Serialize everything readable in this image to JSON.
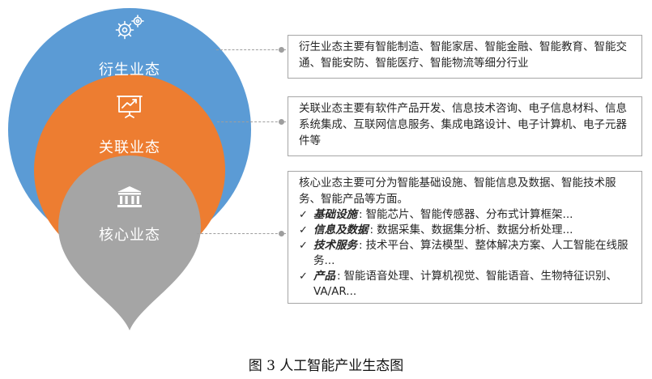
{
  "layers": [
    {
      "id": "derivative",
      "label": "衍生业态",
      "color": "#5b9bd5",
      "icon": "gears-icon",
      "description": "衍生业态主要有智能制造、智能家居、智能金融、智能教育、智能交通、智能安防、智能医疗、智能物流等细分行业"
    },
    {
      "id": "related",
      "label": "关联业态",
      "color": "#ed7d31",
      "icon": "presentation-chart-icon",
      "description": "关联业态主要有软件产品开发、信息技术咨询、电子信息材料、信息系统集成、互联网信息服务、集成电路设计、电子计算机、电子元器件等"
    },
    {
      "id": "core",
      "label": "核心业态",
      "color": "#a5a5a5",
      "icon": "bank-building-icon",
      "description": "核心业态主要可分为智能基础设施、智能信息及数据、智能技术服务、智能产品等方面。",
      "items": [
        {
          "check": "✓",
          "keyword": "基础设施",
          "sep": ":",
          "text": "智能芯片、智能传感器、分布式计算框架..."
        },
        {
          "check": "✓",
          "keyword": "信息及数据",
          "sep": ":",
          "text": "数据采集、数据集分析、数据分析处理..."
        },
        {
          "check": "✓",
          "keyword": "技术服务",
          "sep": ":",
          "text": "技术平台、算法模型、整体解决方案、人工智能在线服务..."
        },
        {
          "check": "✓",
          "keyword": "产品",
          "sep": ":",
          "text": "智能语音处理、计算机视觉、智能语音、生物特征识别、VA/AR..."
        }
      ]
    }
  ],
  "caption": "图 3  人工智能产业生态图"
}
